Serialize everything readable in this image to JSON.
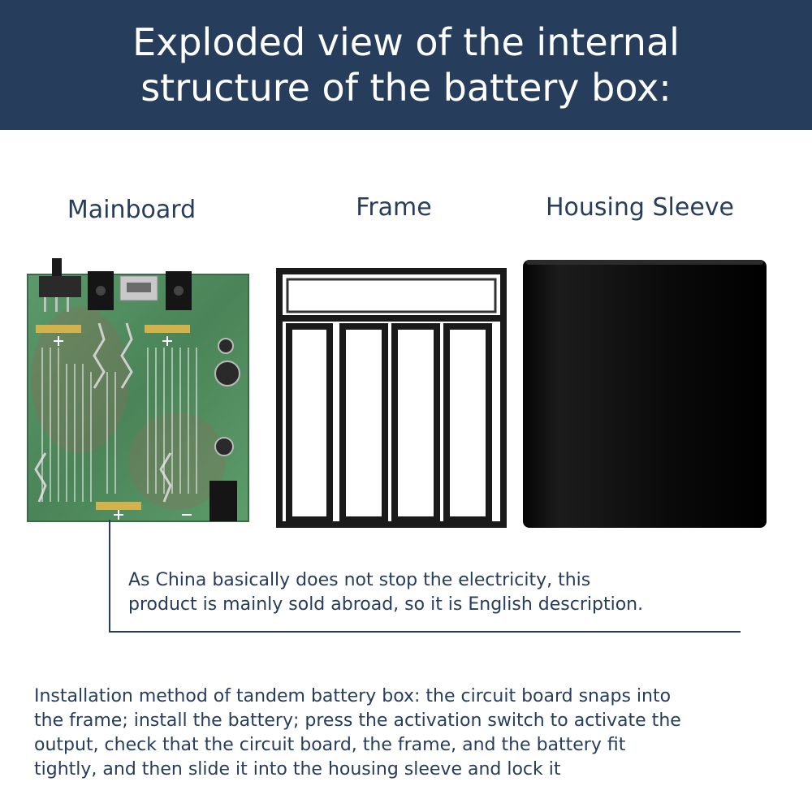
{
  "header": {
    "title_line_1": "Exploded view of the internal",
    "title_line_2": "structure of the battery box:"
  },
  "parts": {
    "mainboard": "Mainboard",
    "frame": "Frame",
    "housing_sleeve": "Housing Sleeve"
  },
  "note": {
    "line_1": "As China basically does not stop the electricity, this",
    "line_2": "product is mainly sold abroad, so it is English description."
  },
  "installation": {
    "line_1": "Installation method of tandem battery box: the circuit board snaps into",
    "line_2": "the frame; install the battery; press the activation switch to activate the",
    "line_3": "output, check that the circuit board, the frame, and the battery fit",
    "line_4": "tightly, and then slide it into the housing sleeve and lock it"
  },
  "colors": {
    "banner": "#263d5c",
    "text": "#263d5c",
    "pcb": "#4f8a5e",
    "frame": "#1a1a1a",
    "sleeve": "#0d0d0d"
  }
}
